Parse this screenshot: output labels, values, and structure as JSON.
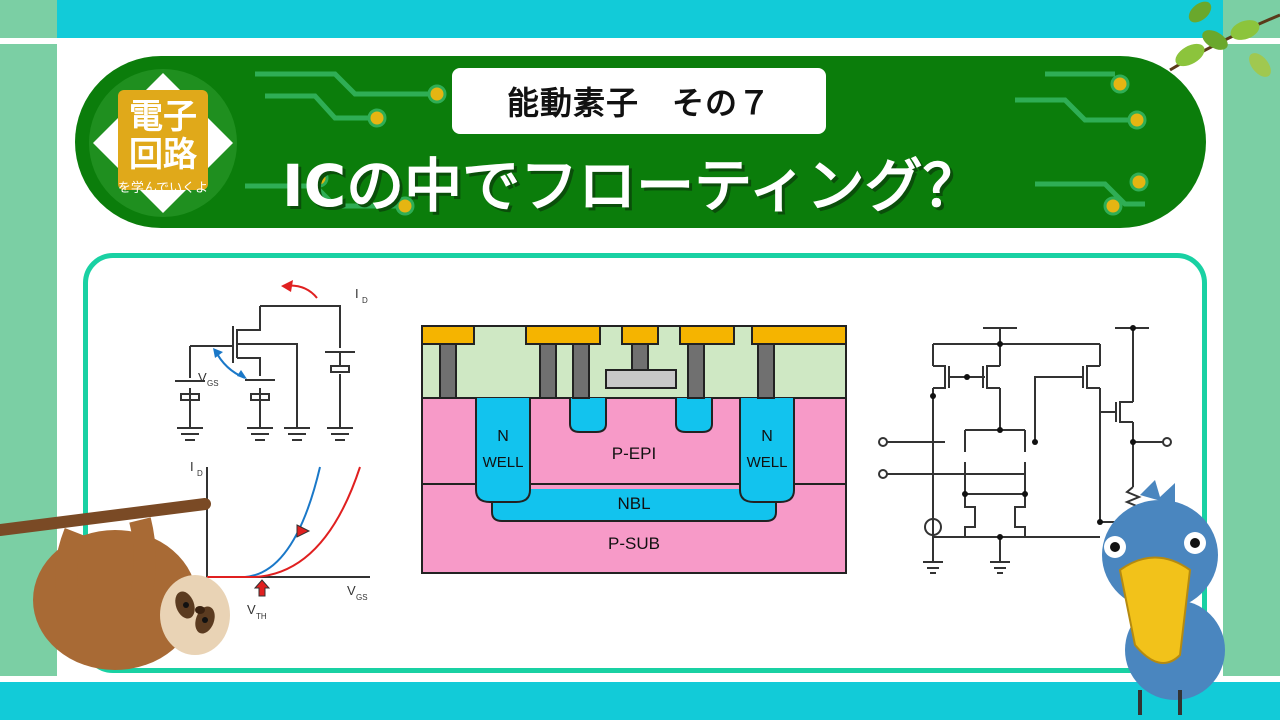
{
  "header": {
    "series_label": "能動素子　その７",
    "title": "ICの中でフローティング？"
  },
  "logo": {
    "line1": "電子",
    "line2": "回路",
    "tagline": "を学んでいくよ"
  },
  "mosfet_circuit": {
    "id_label": "I",
    "id_sub": "D",
    "vgs_label": "V",
    "vgs_sub": "GS"
  },
  "iv_graph": {
    "y_label": "I",
    "y_sub": "D",
    "x_label": "V",
    "x_sub": "GS",
    "vth_label": "V",
    "vth_sub": "TH"
  },
  "cross_section": {
    "nwell_left_1": "N",
    "nwell_left_2": "WELL",
    "nwell_right_1": "N",
    "nwell_right_2": "WELL",
    "p_epi": "P-EPI",
    "nbl": "NBL",
    "p_sub": "P-SUB"
  },
  "colors": {
    "band": "#12cbd8",
    "side": "#7bcfa4",
    "header_green": "#0b7d0b",
    "panel_border": "#19d1a3",
    "metal": "#f5b400",
    "oxide": "#cfe8c4",
    "p_type": "#f79ac8",
    "n_type": "#12c3ee"
  }
}
